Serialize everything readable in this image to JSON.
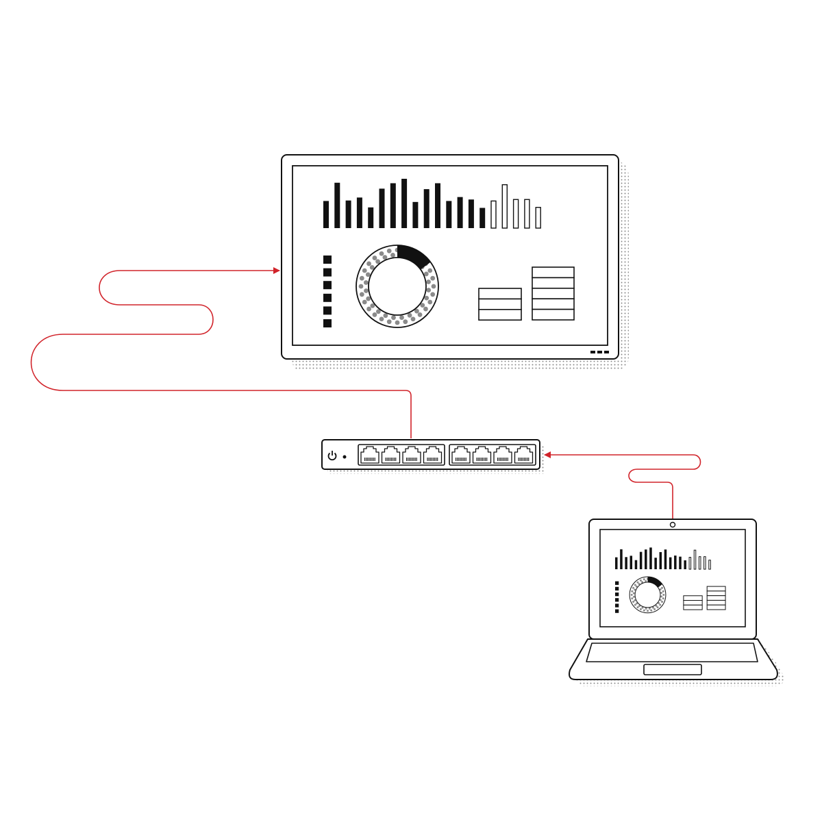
{
  "colors": {
    "ink": "#111111",
    "cable": "#d1232a",
    "shadow_dot": "#8a8a8a",
    "paper": "#ffffff"
  },
  "devices": {
    "monitor": {
      "icon": "wall-display",
      "screen": {
        "bar_chart": {
          "filled_levels": [
            0.55,
            0.92,
            0.56,
            0.62,
            0.42,
            0.8,
            0.91,
            1.0,
            0.53,
            0.79,
            0.91,
            0.55,
            0.63,
            0.58,
            0.41
          ],
          "outline_levels": [
            0.55,
            0.88,
            0.58,
            0.58,
            0.42
          ]
        },
        "legend_squares": 6,
        "donut": {
          "highlight_fraction": 0.15
        },
        "stacked_boxes": {
          "left_rows": 3,
          "right_rows": 5
        }
      }
    },
    "switch": {
      "icon": "network-switch",
      "port_groups": 2,
      "ports_per_group": 4,
      "power_icon": "power-icon"
    },
    "laptop": {
      "icon": "laptop",
      "screen": {
        "bar_chart": {
          "filled_levels": [
            0.55,
            0.92,
            0.56,
            0.62,
            0.42,
            0.8,
            0.91,
            1.0,
            0.53,
            0.79,
            0.91,
            0.55,
            0.63,
            0.58,
            0.41
          ],
          "outline_levels": [
            0.55,
            0.88,
            0.58,
            0.58,
            0.42
          ]
        },
        "legend_squares": 6,
        "donut": {
          "highlight_fraction": 0.15
        },
        "stacked_boxes": {
          "left_rows": 3,
          "right_rows": 5
        }
      }
    }
  },
  "connections": [
    {
      "from": "switch",
      "to": "monitor",
      "style": "cable-with-arrow"
    },
    {
      "from": "laptop",
      "to": "switch",
      "style": "cable-with-arrow"
    }
  ]
}
